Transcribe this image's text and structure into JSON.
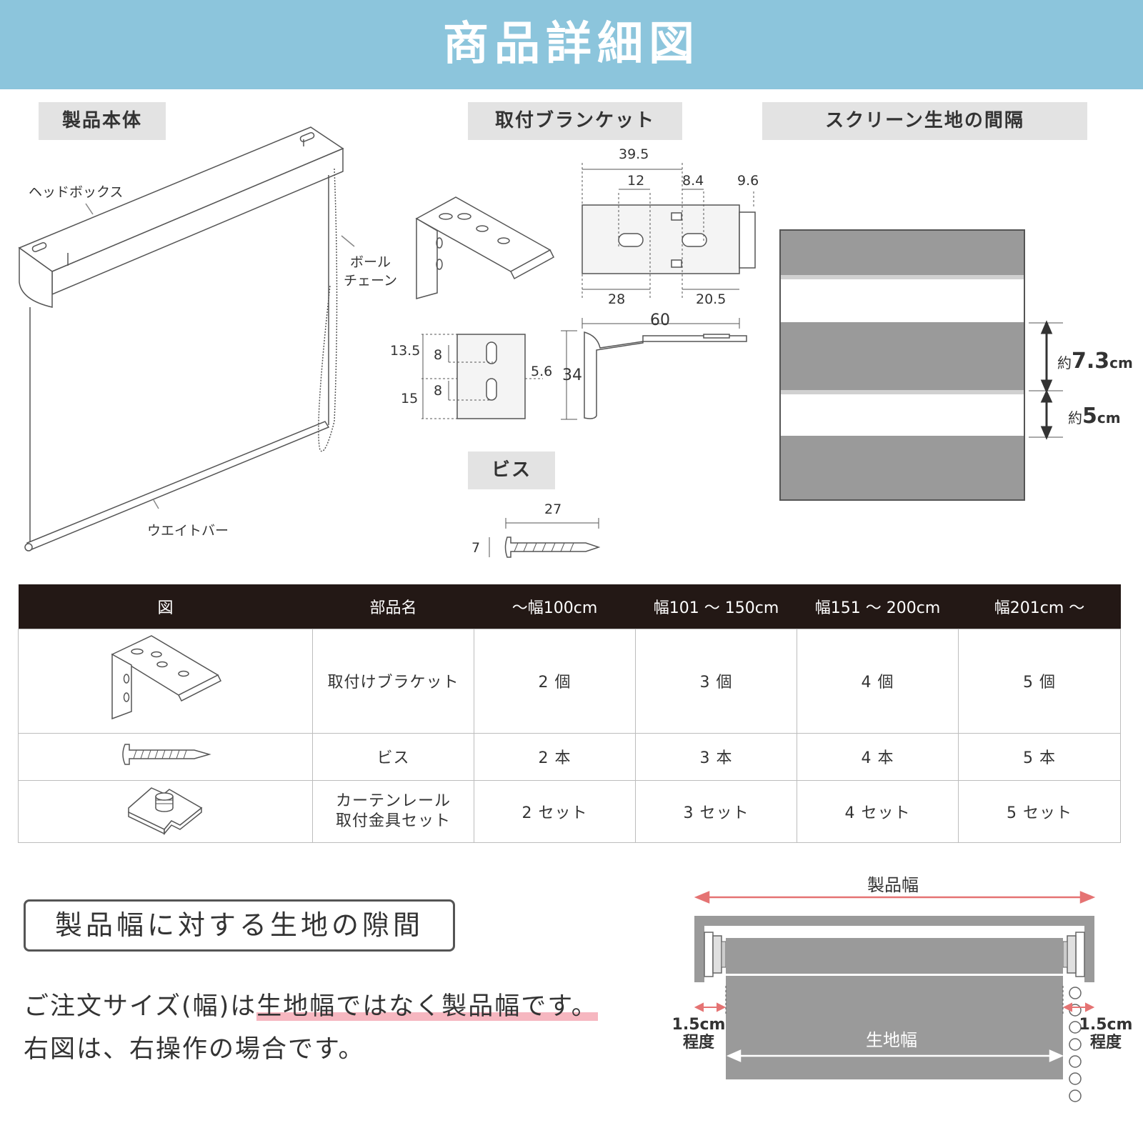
{
  "banner": {
    "title": "商品詳細図"
  },
  "sections": {
    "product_body": "製品本体",
    "bracket": "取付ブランケット",
    "screen_gap": "スクリーン生地の間隔",
    "screw": "ビス"
  },
  "product_labels": {
    "head_box": "ヘッドボックス",
    "ball_chain_1": "ボール",
    "ball_chain_2": "チェーン",
    "weight_bar": "ウエイトバー"
  },
  "bracket_dims": {
    "top_total": "39.5",
    "slot_12": "12",
    "slot_8_4": "8.4",
    "tab_9_6": "9.6",
    "bottom_28": "28",
    "bottom_20_5": "20.5",
    "side_60": "60",
    "v_13_5": "13.5",
    "v_8a": "8",
    "v_8b": "8",
    "v_15": "15",
    "v_5_6": "5.6",
    "v_34": "34"
  },
  "screw_dims": {
    "length": "27",
    "head": "7"
  },
  "screen_gap_labels": {
    "approx_1": "約",
    "value_1": "7.3",
    "unit_1": "cm",
    "approx_2": "約",
    "value_2": "5",
    "unit_2": "cm"
  },
  "parts_table": {
    "headers": [
      "図",
      "部品名",
      "〜幅100cm",
      "幅101 〜 150cm",
      "幅151 〜 200cm",
      "幅201cm 〜"
    ],
    "rows": [
      {
        "name": "取付けブラケット",
        "counts": [
          "2 個",
          "3 個",
          "4 個",
          "5 個"
        ]
      },
      {
        "name": "ビス",
        "counts": [
          "2 本",
          "3 本",
          "4 本",
          "5 本"
        ]
      },
      {
        "name_line1": "カーテンレール",
        "name_line2": "取付金具セット",
        "counts": [
          "2 セット",
          "3 セット",
          "4 セット",
          "5 セット"
        ]
      }
    ]
  },
  "gap_section": {
    "title": "製品幅に対する生地の隙間",
    "note_1_pre": "ご注文サイズ(幅)は",
    "note_1_hl": "生地幅ではなく製品幅です。",
    "note_2": "右図は、右操作の場合です。",
    "product_width": "製品幅",
    "fabric_width": "生地幅",
    "left_gap_1": "1.5cm",
    "left_gap_2": "程度",
    "right_gap_1": "1.5cm",
    "right_gap_2": "程度"
  },
  "colors": {
    "banner": "#8cc5dc",
    "label_bg": "#e3e3e3",
    "table_header": "#231815",
    "fabric_gray": "#9a9a9a",
    "arrow_red": "#e57373",
    "highlight_pink": "#f6b7c0"
  }
}
